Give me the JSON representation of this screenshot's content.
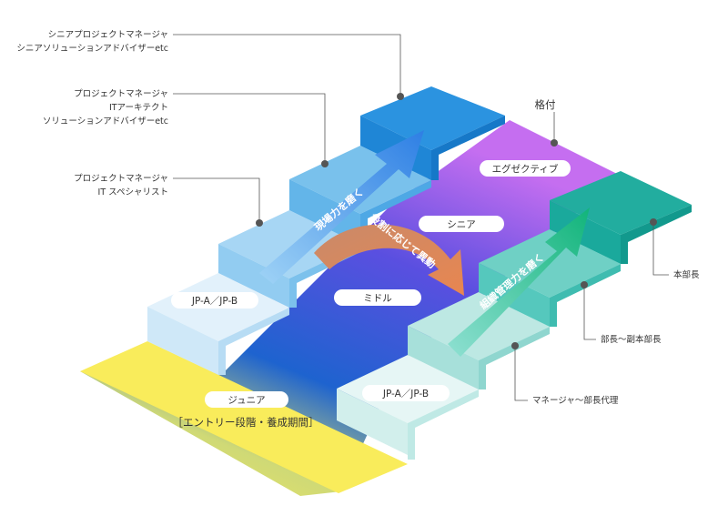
{
  "left_steps": {
    "jr_pill": "ジュニア",
    "jr_caption": "［エントリー段階・養成期間］",
    "jp_pill": "JP-A／JP-B",
    "arrow_label": "現場力を磨く"
  },
  "left_annotations": {
    "specialist": [
      "プロジェクトマネージャ",
      "IT スペシャリスト"
    ],
    "architect": [
      "プロジェクトマネージャ",
      "ITアーキテクト",
      "ソリューションアドバイザーetc"
    ],
    "senior": [
      "シニアプロジェクトマネージャ",
      "シニアソリューションアドバイザーetc"
    ]
  },
  "center": {
    "middle_pill": "ミドル",
    "senior_pill": "シニア",
    "executive_pill": "エグゼクティブ",
    "rank_label": "格付",
    "transfer_label": "役割に応じて異動"
  },
  "right_steps": {
    "jp_pill": "JP-A／JP-B",
    "arrow_label": "組織管理力を磨く"
  },
  "right_annotations": {
    "manager": "マネージャ～部長代理",
    "dept_head": "部長～副本部長",
    "division_head": "本部長"
  },
  "colors": {
    "yellow": "#f9ec5b",
    "sky_light": "#cfe8f8",
    "sky_mid": "#79c1ec",
    "sky_dark": "#1f8ee0",
    "teal_light": "#bfe9e5",
    "teal_mid": "#55c8bd",
    "teal_dark": "#1aa99c",
    "violet": "#c56ef0",
    "blue_arrow": "#2e7fe4",
    "green_arrow": "#11b47a",
    "orange_arrow": "#e08a5c"
  }
}
